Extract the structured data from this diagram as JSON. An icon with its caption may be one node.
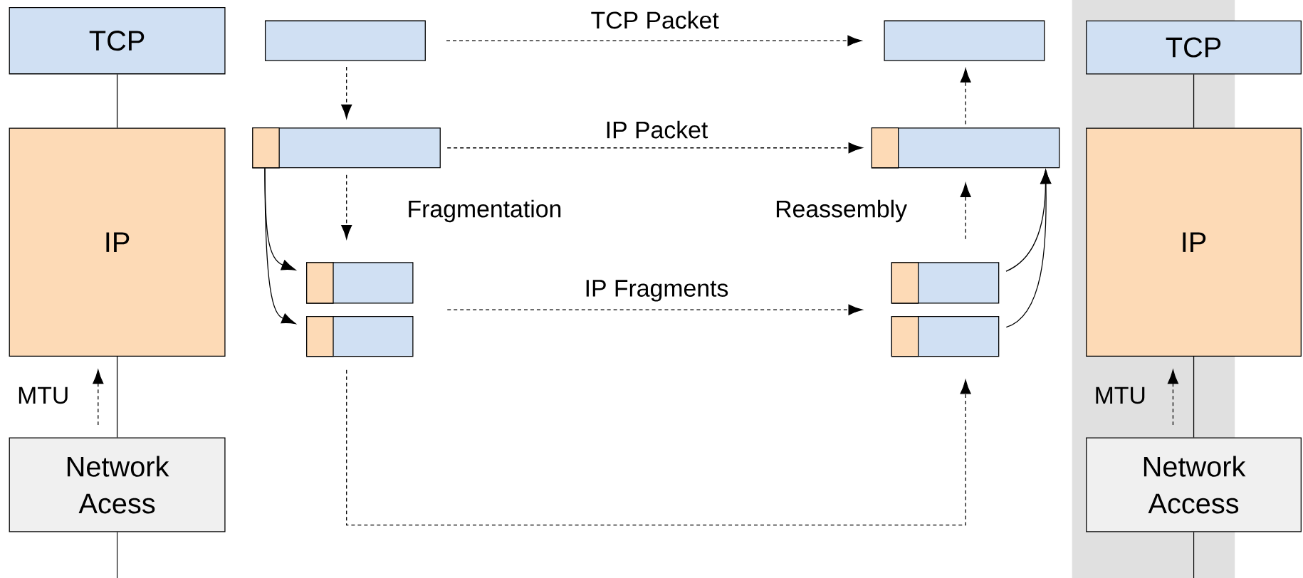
{
  "diagram": {
    "nodes": [
      {
        "text": [
          "TCP"
        ]
      },
      {
        "text": [
          "IP"
        ]
      },
      {
        "text": [
          "Network Acess"
        ]
      },
      {
        "text": [
          "TCP"
        ]
      },
      {
        "text": [
          "IP"
        ]
      },
      {
        "text": [
          "Network Access"
        ]
      },
      {
        "text": [],
        "shape": "bar"
      },
      {
        "text": [],
        "shape": "bar"
      },
      {
        "text": [],
        "shape": "bar"
      },
      {
        "text": [],
        "shape": "bar"
      },
      {
        "text": [],
        "shape": "bar"
      },
      {
        "text": [],
        "shape": "bar"
      },
      {
        "text": [],
        "shape": "bar"
      },
      {
        "text": [],
        "shape": "bar"
      }
    ],
    "edges": [
      {
        "from": 0,
        "to": 1,
        "arrow": "none"
      },
      {
        "from": 1,
        "to": 2,
        "arrow": "none"
      },
      {
        "from": 2,
        "to": null,
        "arrow": "none"
      },
      {
        "from": 2,
        "to": 1,
        "arrow": "to",
        "style": "dashed",
        "label": "MTU"
      },
      {
        "from": 3,
        "to": 4,
        "arrow": "none"
      },
      {
        "from": 4,
        "to": 5,
        "arrow": "none"
      },
      {
        "from": 5,
        "to": null,
        "arrow": "none"
      },
      {
        "from": 5,
        "to": 4,
        "arrow": "to",
        "style": "dashed",
        "label": "MTU"
      },
      {
        "from": 6,
        "to": 7,
        "arrow": "to",
        "style": "dashed",
        "label": "TCP Packet"
      },
      {
        "from": 6,
        "to": 8,
        "arrow": "to",
        "style": "dashed"
      },
      {
        "from": 8,
        "to": 9,
        "arrow": "to",
        "style": "dashed",
        "label": "IP Packet"
      },
      {
        "from": 8,
        "to": 10,
        "arrow": "to",
        "style": "dashed"
      },
      {
        "from": 8,
        "to": 10,
        "arrow": "to"
      },
      {
        "from": 8,
        "to": 11,
        "arrow": "to"
      },
      {
        "from": 10,
        "to": 12,
        "arrow": "to",
        "style": "dashed",
        "label": "IP Fragments"
      },
      {
        "from": 11,
        "to": 13,
        "arrow": "to",
        "style": "dashed"
      },
      {
        "from": 12,
        "to": 9,
        "arrow": "to",
        "style": "dashed"
      },
      {
        "from": 12,
        "to": 9,
        "arrow": "to"
      },
      {
        "from": 13,
        "to": 9,
        "arrow": "to"
      },
      {
        "from": 9,
        "to": 7,
        "arrow": "to",
        "style": "dashed"
      }
    ],
    "labels": [
      "Fragmentation",
      "Reassembly"
    ]
  }
}
